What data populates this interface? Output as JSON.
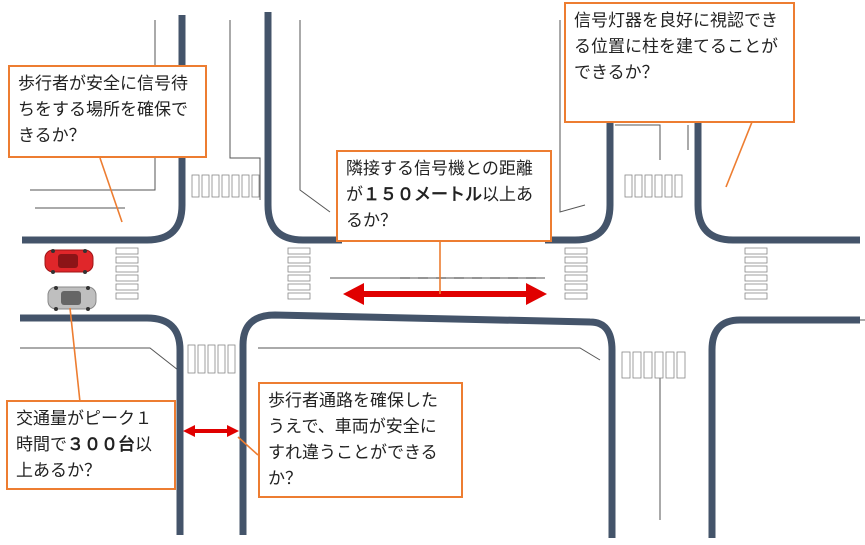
{
  "callouts": {
    "waiting_area": {
      "text": "歩行者が安全に信号待ちをする場所を確保できるか？"
    },
    "signal_pole": {
      "text": "信号灯器を良好に視認できる位置に柱を建てることができるか？"
    },
    "distance": {
      "pre": "隣接する信号機との距離が",
      "bold": "１５０メートル",
      "post": "以上あるか？"
    },
    "traffic": {
      "pre": "交通量がピーク１時間で",
      "bold": "３００台",
      "post": "以上あるか？"
    },
    "sidewalk": {
      "text": "歩行者通路を確保したうえで、車両が安全にすれ違うことができるか？"
    }
  },
  "colors": {
    "curb": "#44546A",
    "callout_border": "#ED7D31",
    "leader": "#ED7D31",
    "arrow": "#E00000",
    "car_red": "#E0262A",
    "car_silver": "#BFBFBF"
  }
}
